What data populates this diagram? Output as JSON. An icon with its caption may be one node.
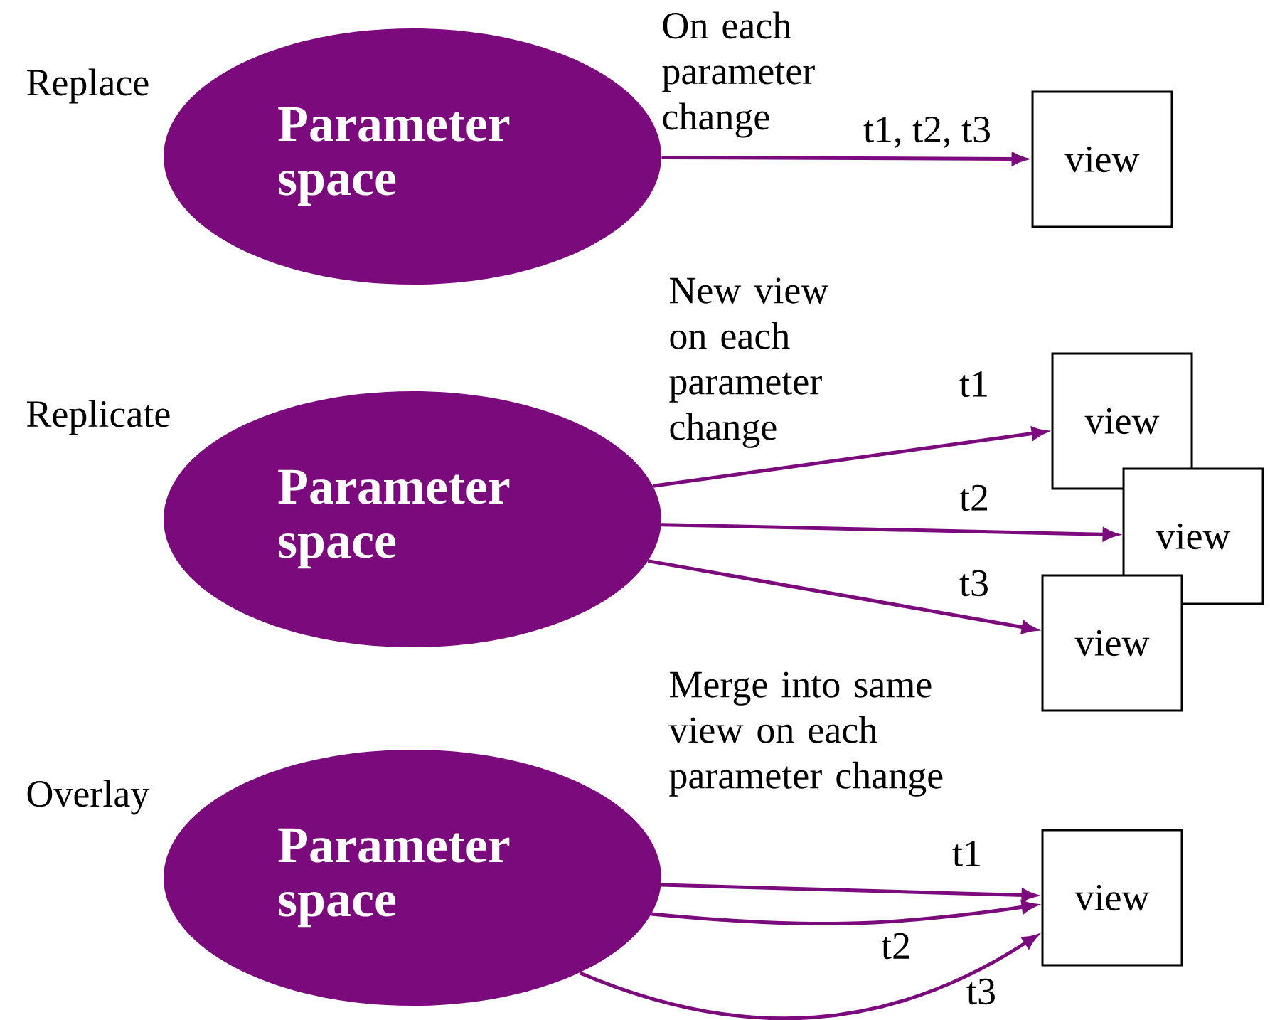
{
  "diagram": {
    "nodes": [
      {
        "text": [
          "Parameter space"
        ]
      },
      {
        "text": [
          "view"
        ]
      },
      {
        "text": [
          "Parameter space"
        ]
      },
      {
        "text": [
          "view"
        ]
      },
      {
        "text": [
          "view"
        ]
      },
      {
        "text": [
          "view"
        ]
      },
      {
        "text": [
          "Parameter space"
        ]
      },
      {
        "text": [
          "view"
        ]
      }
    ],
    "edges": [
      {
        "from": 0,
        "to": 1,
        "arrow": "to",
        "label": "t1, t2, t3"
      },
      {
        "from": 2,
        "to": 3,
        "arrow": "to",
        "label": "t1"
      },
      {
        "from": 2,
        "to": 4,
        "arrow": "to",
        "label": "t2"
      },
      {
        "from": 2,
        "to": 5,
        "arrow": "to",
        "label": "t3"
      },
      {
        "from": 6,
        "to": 7,
        "arrow": "to",
        "label": "t1"
      },
      {
        "from": 6,
        "to": 7,
        "arrow": "to",
        "label": "t2"
      },
      {
        "from": 6,
        "to": 7,
        "arrow": "to",
        "label": "t3"
      }
    ],
    "labels": [
      "Replace",
      "On each parameter change",
      "Replicate",
      "New view on each parameter change",
      "Overlay",
      "Merge into same view on each parameter change"
    ]
  }
}
